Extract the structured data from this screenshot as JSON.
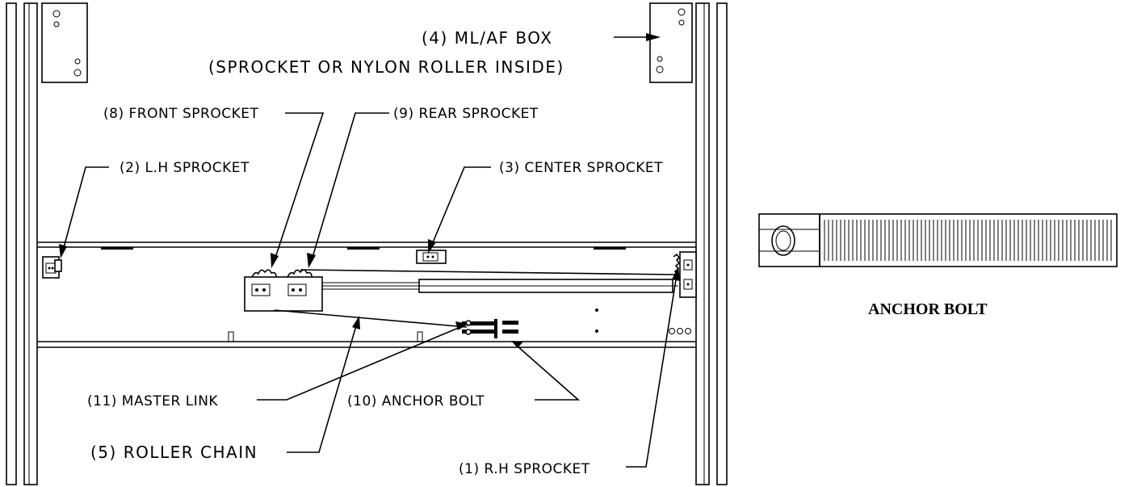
{
  "labels": {
    "ml_af_box": "(4) ML/AF BOX",
    "ml_af_box_sub": "(SPROCKET OR NYLON ROLLER INSIDE)",
    "front_sprocket": "(8) FRONT SPROCKET",
    "rear_sprocket": "(9) REAR SPROCKET",
    "lh_sprocket": "(2) L.H SPROCKET",
    "center_sprocket": "(3) CENTER SPROCKET",
    "master_link": "(11) MASTER LINK",
    "anchor_bolt": "(10) ANCHOR BOLT",
    "roller_chain": "(5) ROLLER CHAIN",
    "rh_sprocket": "(1) R.H SPROCKET"
  },
  "inset": {
    "caption": "ANCHOR BOLT"
  },
  "colors": {
    "ink": "#000000",
    "paper": "#ffffff"
  }
}
